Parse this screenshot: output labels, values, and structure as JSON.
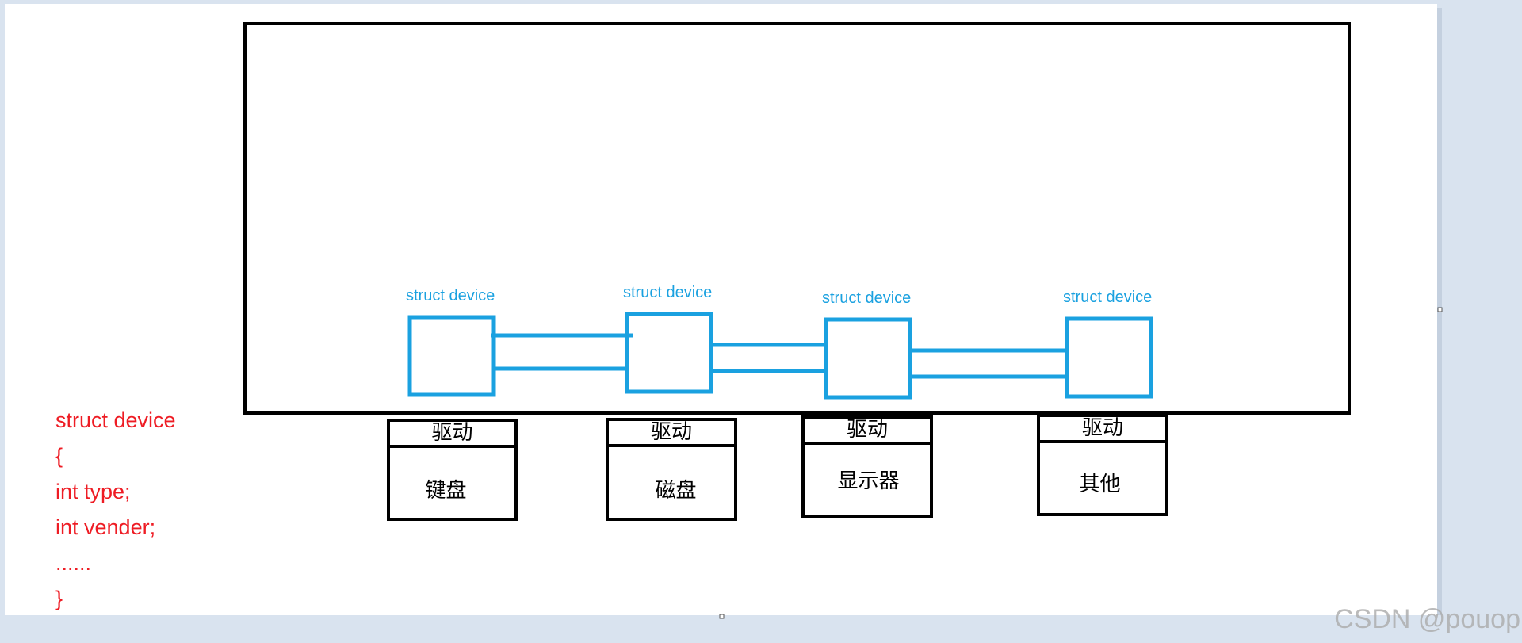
{
  "devices": [
    {
      "label": "struct device",
      "driver": "驱动",
      "name": "键盘"
    },
    {
      "label": "struct device",
      "driver": "驱动",
      "name": "磁盘"
    },
    {
      "label": "struct device",
      "driver": "驱动",
      "name": "显示器"
    },
    {
      "label": "struct device",
      "driver": "驱动",
      "name": "其他"
    }
  ],
  "code": [
    "struct device",
    "{",
    "int type;",
    "int vender;",
    "......",
    "}"
  ],
  "watermark": "CSDN @pouop",
  "colors": {
    "code": "#ee1c24",
    "device": "#1aa1e0",
    "frame": "#000000"
  }
}
